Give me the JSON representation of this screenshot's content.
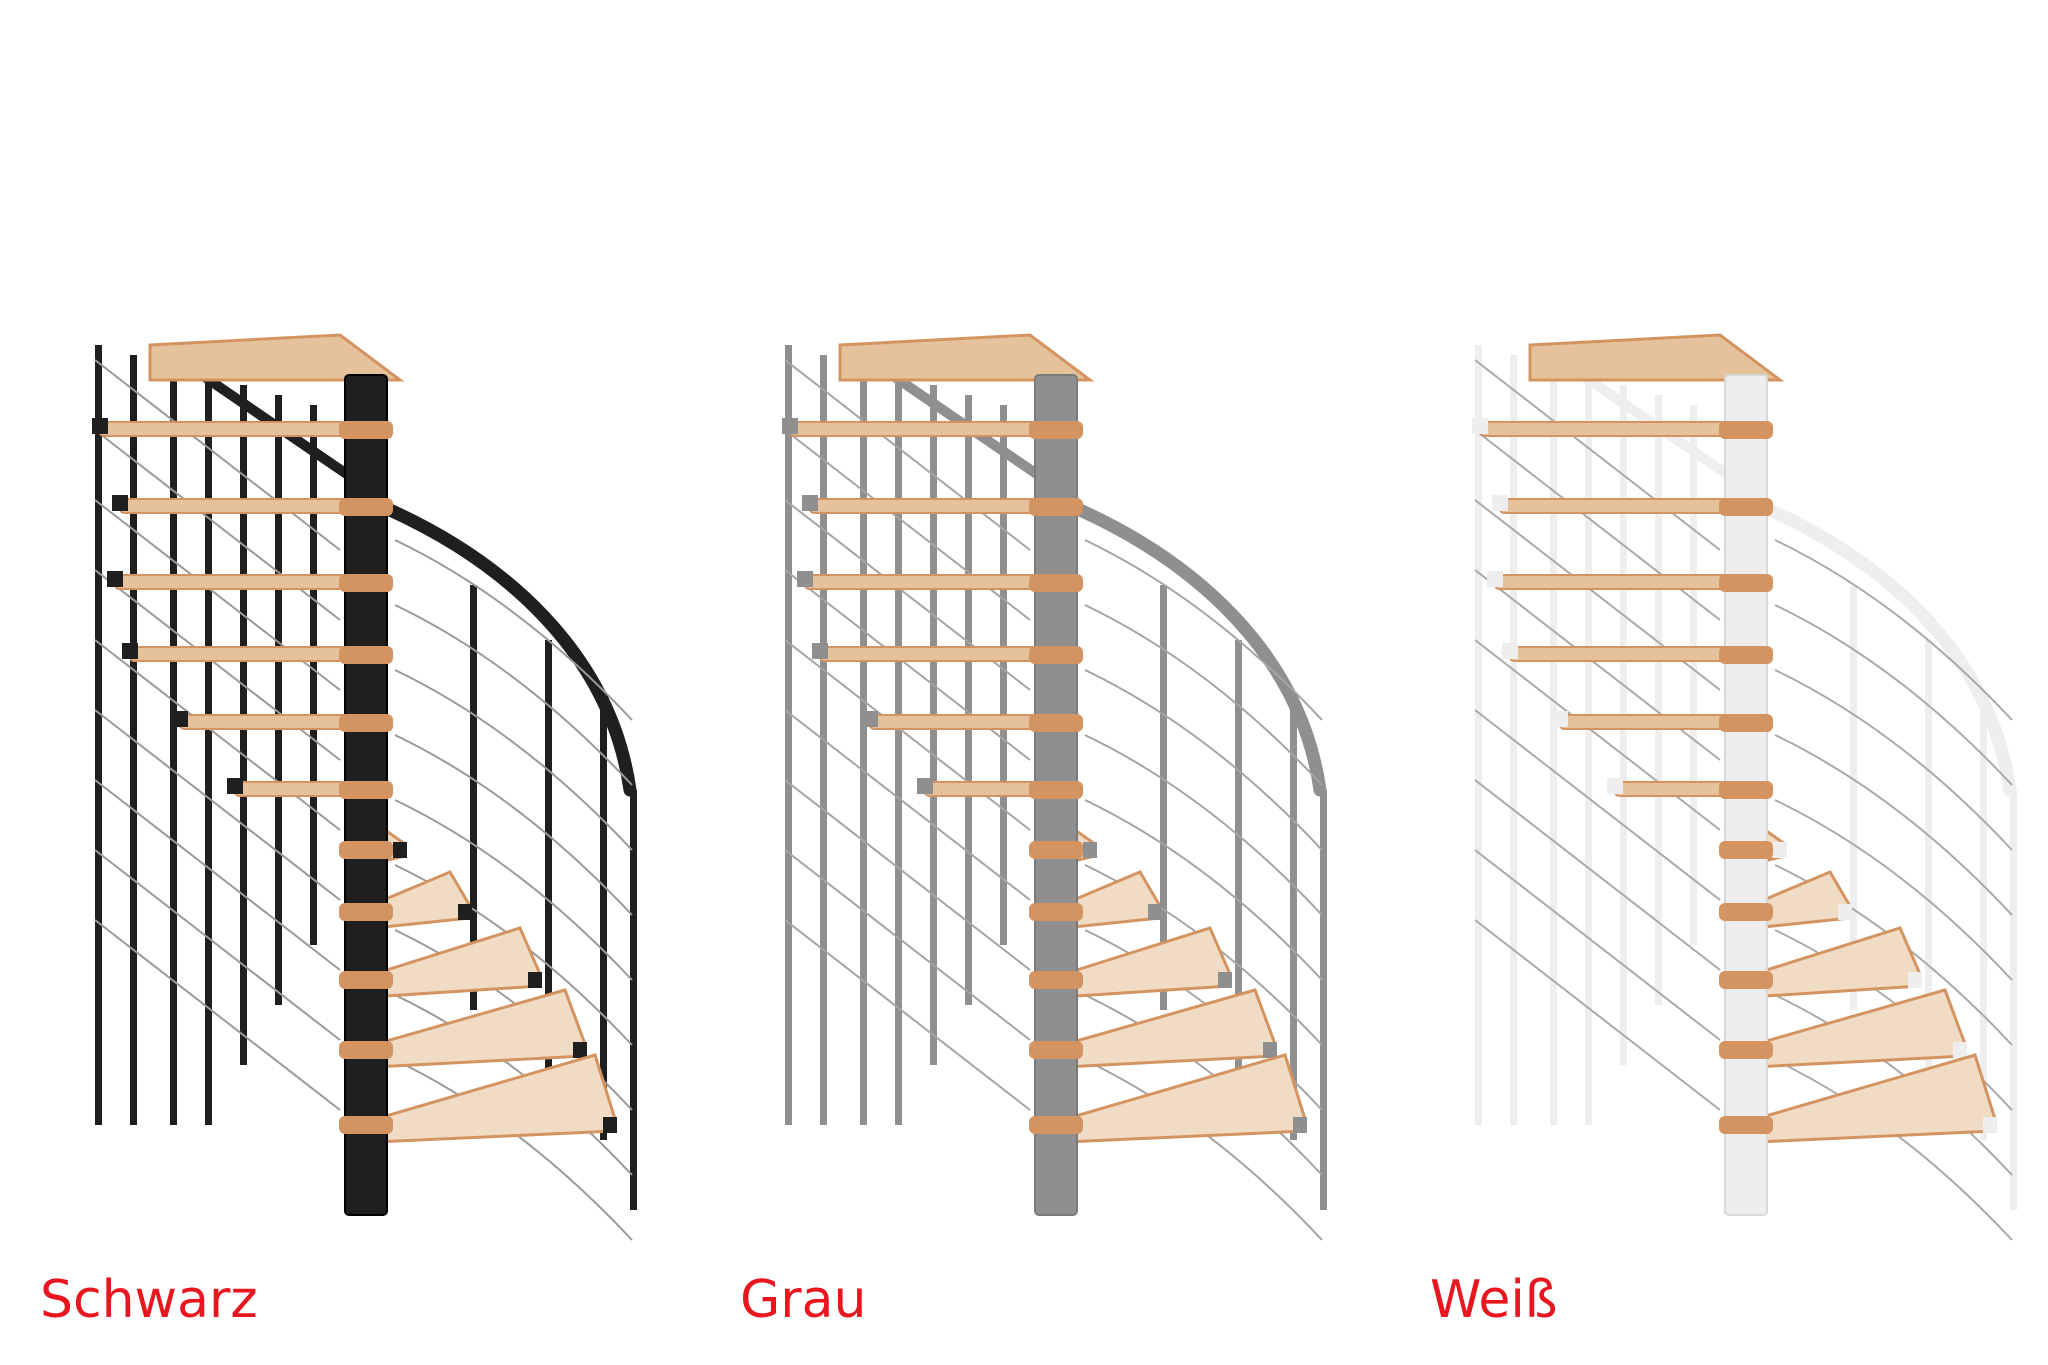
{
  "variants": [
    {
      "label": "Schwarz",
      "frame_color": "#1f1f1f",
      "frame_edge": "#000000",
      "cable_color": "#9a9a9a"
    },
    {
      "label": "Grau",
      "frame_color": "#8f8f8f",
      "frame_edge": "#7a7a7a",
      "cable_color": "#a4a4a4"
    },
    {
      "label": "Weiß",
      "frame_color": "#eeeeee",
      "frame_edge": "#d8d8d8",
      "cable_color": "#a9a9a9"
    }
  ],
  "colors": {
    "caption": "#e8161e",
    "tread_top": "#e6c29c",
    "tread_edge": "#d49461",
    "tread_face": "#f0dcc5"
  }
}
